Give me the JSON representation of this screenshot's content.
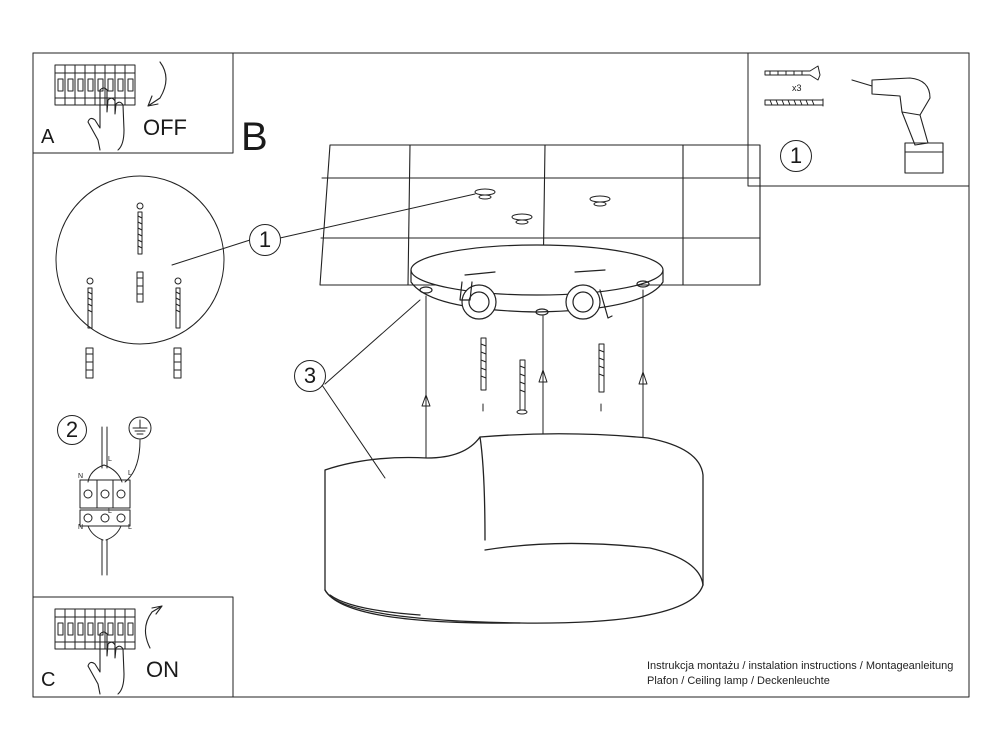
{
  "steps": {
    "a": {
      "letter": "A",
      "switch": "OFF"
    },
    "b": {
      "letter": "B"
    },
    "c": {
      "letter": "C",
      "switch": "ON"
    }
  },
  "callouts": {
    "mount_detail": "1",
    "wiring": "2",
    "ceiling": "1",
    "shade": "3",
    "tools": "1"
  },
  "tools": {
    "quantity": "x3"
  },
  "wiring": {
    "left_top": "N",
    "right_top": "L",
    "center_top": "L",
    "left_bottom": "N",
    "right_bottom": "L",
    "center_bottom": "L"
  },
  "caption": {
    "line1": "Instrukcja montażu / instalation instructions / Montageanleitung",
    "line2": "Plafon / Ceiling lamp / Deckenleuchte"
  }
}
